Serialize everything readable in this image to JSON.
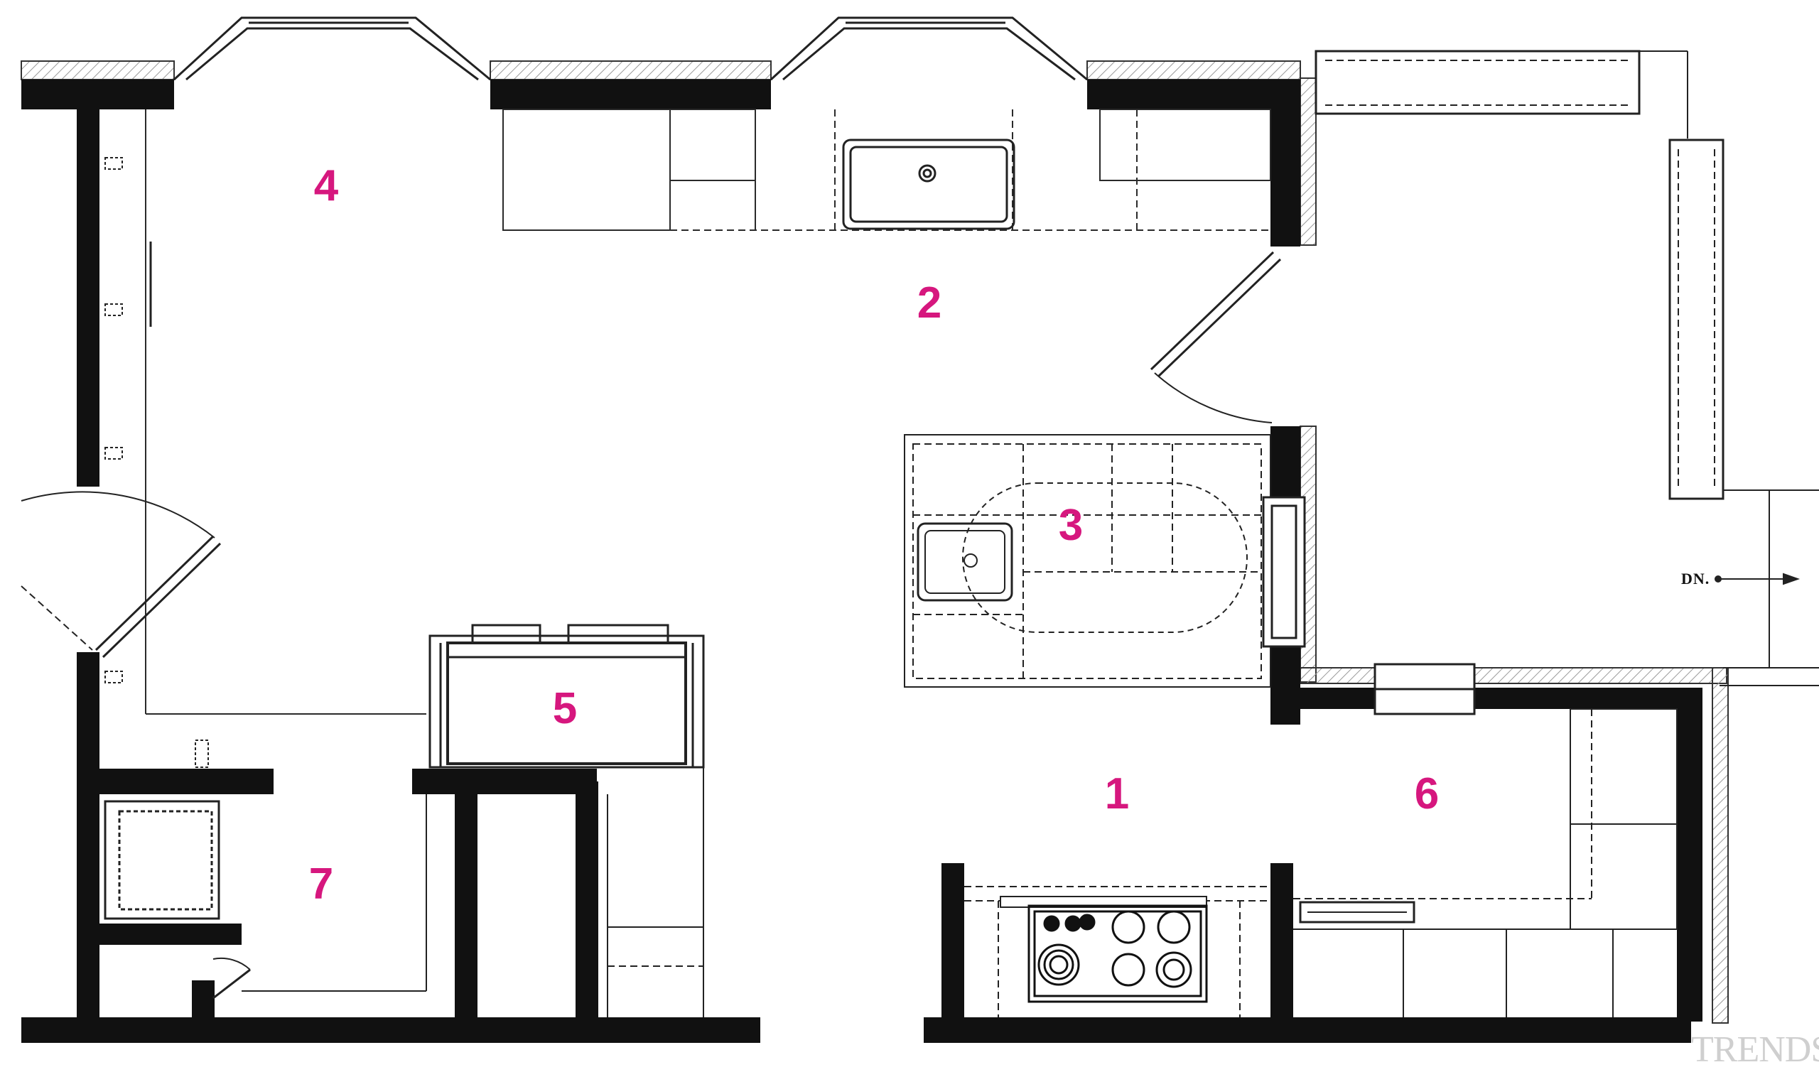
{
  "plan": {
    "rooms": [
      {
        "id": "1",
        "label": "1"
      },
      {
        "id": "2",
        "label": "2"
      },
      {
        "id": "3",
        "label": "3"
      },
      {
        "id": "4",
        "label": "4"
      },
      {
        "id": "5",
        "label": "5"
      },
      {
        "id": "6",
        "label": "6"
      },
      {
        "id": "7",
        "label": "7"
      }
    ],
    "stair_label": "DN.",
    "watermark": "TRENDS",
    "colors": {
      "wall": "#111111",
      "hatch": "#9a9a9a",
      "line": "#2a2a2a",
      "room_number": "#d6177e"
    }
  }
}
